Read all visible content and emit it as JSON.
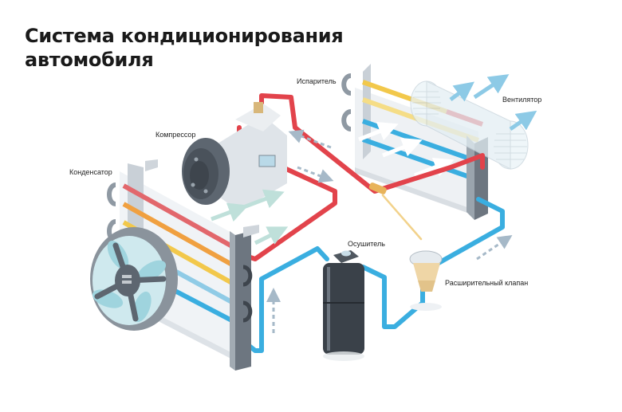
{
  "title": {
    "line1": "Система кондиционирования",
    "line2": "автомобиля"
  },
  "labels": {
    "evaporator": "Испаритель",
    "blower_fan": "Вентилятор",
    "compressor": "Компрессор",
    "condenser": "Конденсатор",
    "receiver_drier": "Осушитель",
    "expansion_valve": "Расширительный клапан"
  },
  "colors": {
    "hot_pipe": "#e2434b",
    "cold_pipe": "#3aaee0",
    "warm_orange": "#f0a040",
    "warm_yellow": "#f2c84b",
    "steel_dark": "#5d6670",
    "flow_arrow": "#a6b9c8",
    "air_arrow": "#8dcae6",
    "brass": "#e8cc99"
  }
}
